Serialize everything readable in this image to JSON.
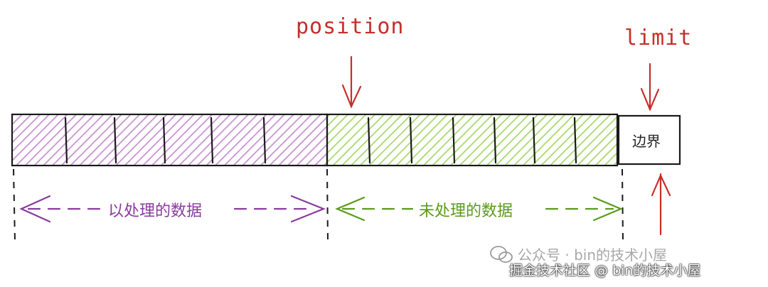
{
  "pointers": {
    "position": {
      "label": "position"
    },
    "limit": {
      "label": "limit"
    }
  },
  "segments": {
    "processed": {
      "label": "以处理的数据",
      "color": "#8a3a9e",
      "fill": "#c890d2"
    },
    "unprocessed": {
      "label": "未处理的数据",
      "color": "#5a9a1c",
      "fill": "#a6d86a"
    },
    "boundary": {
      "label": "边界"
    }
  },
  "colors": {
    "accent": "#c62f2b",
    "ink": "#1a1a1a"
  },
  "watermark": {
    "line1": "公众号 · bin的技术小屋",
    "line2": "掘金技术社区 @ bin的技术小屋"
  }
}
